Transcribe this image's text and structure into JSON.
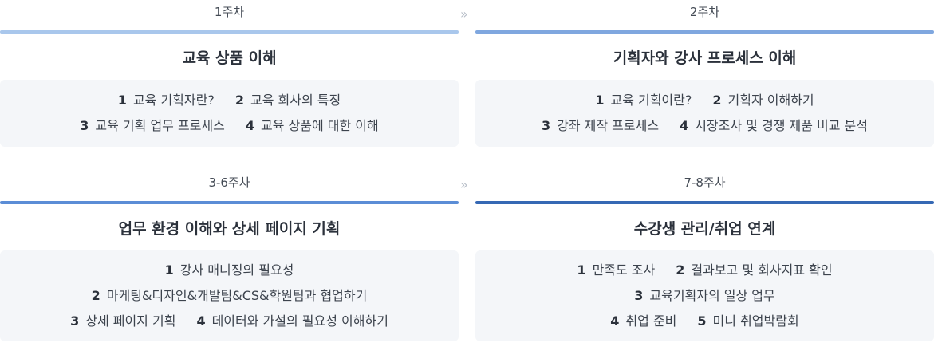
{
  "accent_colors": {
    "week1": "#a9c7ec",
    "week2": "#7fa7df",
    "week3_6": "#5b8dd6",
    "week7_8": "#3568b4"
  },
  "separator_glyph": "»",
  "blocks": [
    {
      "week": "1주차",
      "title": "교육 상품 이해",
      "rows": [
        [
          {
            "num": "1",
            "text": "교육 기획자란?"
          },
          {
            "num": "2",
            "text": "교육 회사의 특징"
          }
        ],
        [
          {
            "num": "3",
            "text": "교육 기획 업무 프로세스"
          },
          {
            "num": "4",
            "text": "교육 상품에 대한 이해"
          }
        ]
      ]
    },
    {
      "week": "2주차",
      "title": "기획자와 강사 프로세스 이해",
      "rows": [
        [
          {
            "num": "1",
            "text": "교육 기획이란?"
          },
          {
            "num": "2",
            "text": "기획자 이해하기"
          }
        ],
        [
          {
            "num": "3",
            "text": "강좌 제작 프로세스"
          },
          {
            "num": "4",
            "text": "시장조사 및 경쟁 제품 비교 분석"
          }
        ]
      ]
    },
    {
      "week": "3-6주차",
      "title": "업무 환경 이해와 상세 페이지 기획",
      "rows": [
        [
          {
            "num": "1",
            "text": "강사 매니징의 필요성"
          }
        ],
        [
          {
            "num": "2",
            "text": "마케팅&디자인&개발팀&CS&학원팀과 협업하기"
          }
        ],
        [
          {
            "num": "3",
            "text": "상세 페이지 기획"
          },
          {
            "num": "4",
            "text": "데이터와 가설의 필요성 이해하기"
          }
        ]
      ]
    },
    {
      "week": "7-8주차",
      "title": "수강생 관리/취업 연계",
      "rows": [
        [
          {
            "num": "1",
            "text": "만족도 조사"
          },
          {
            "num": "2",
            "text": "결과보고 및 회사지표 확인"
          }
        ],
        [
          {
            "num": "3",
            "text": "교육기획자의 일상 업무"
          }
        ],
        [
          {
            "num": "4",
            "text": "취업 준비"
          },
          {
            "num": "5",
            "text": "미니 취업박람회"
          }
        ]
      ]
    }
  ]
}
